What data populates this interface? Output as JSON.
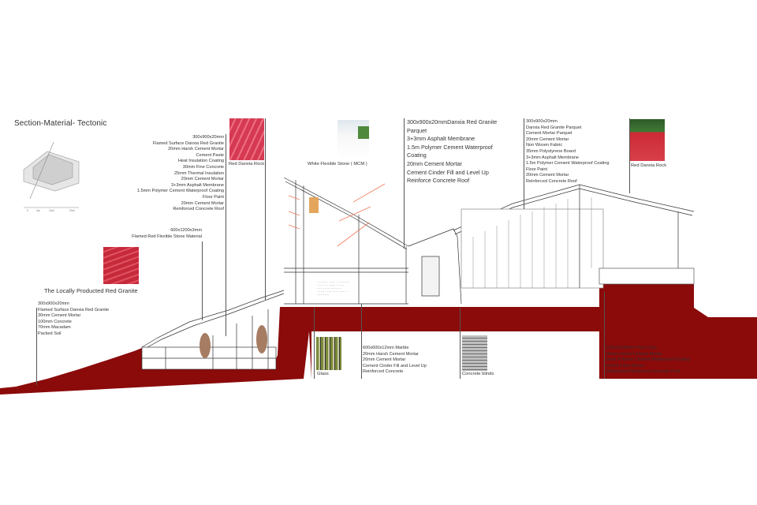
{
  "title": "Section-Material- Tectonic",
  "scale_labels": [
    "0",
    "4m",
    "10m",
    "20m"
  ],
  "colors": {
    "ground": "#8b0a0a",
    "swatch_red": "#c62a3a",
    "line": "#333333"
  },
  "labels": {
    "ground_spec": "300x900x20mm\nFlamed Surface Danxia Red Granite\n30mm Cement Mortar\n100mm Concrete\n70mm Macadam\nPacked Soil",
    "granite_caption": "The Locally Producted Red Granite",
    "flexible_stone_spec": "600x1200x3mm\nFlamed Red Flexible Stone Material",
    "roof_spec_left": "300x900x20mm\nFlamed Surface Danxia Red Granite\n20mm Harsh Cement Mortar\nCement Paste\nHeat Insulation Coating\n30mm Fine Concrete\n25mm Thermal Insulation\n20mm Cement Mortar\n3+3mm Asphalt Membrane\n1.5mm Polymer Cement Waterproof Coating\nFloor Paint\n20mm Cement Mortar\nReinforced Concrete Roof",
    "danxia_rock_left": "Red Danxia Rock",
    "white_stone_caption": "White Flexible Stone ( MCM )",
    "roof_spec_mid": "300x900x20mmDanxia Red Granite\nParquet\n3+3mm Asphalt Membrane\n1.5m Polymer Cement Waterproof\nCoating\n20mm Cement Mortar\nCement Cinder Fill and Level Up\nReinforce Concrete Roof",
    "roof_spec_right": "300x900x20mm\nDanxia Red Granite Parquet\nCement Mortar Parquet\n20mm Cement Mortar\nNon Woven Fabric\n35mm Polystyrene Board\n3+3mm Asphalt Membrane\n1.5m Polymer Cement Waterproof Coating\nFloor Paint\n20mm Cement Mortar\nReinforced Concrete Roof",
    "danxia_rock_right": "Red Danxia Rock",
    "glass_caption": "Glass",
    "floor_spec": "600x600x12mm Marble\n20mm Harsh Cement Mortar\n20mm Cement Mortar\nCement Cinder Fill and Level Up\nReinforced Concrete",
    "blinds_caption": "Concrete blinds",
    "pool_spec": "100x100x8mm Pool Tyles\n20mm Harsh Cement Mortar\n5mm Polymer Cement Waterproof Coating\n15mm Fiber Mortar\nWaterproof Reinforced Concrete Pool"
  }
}
